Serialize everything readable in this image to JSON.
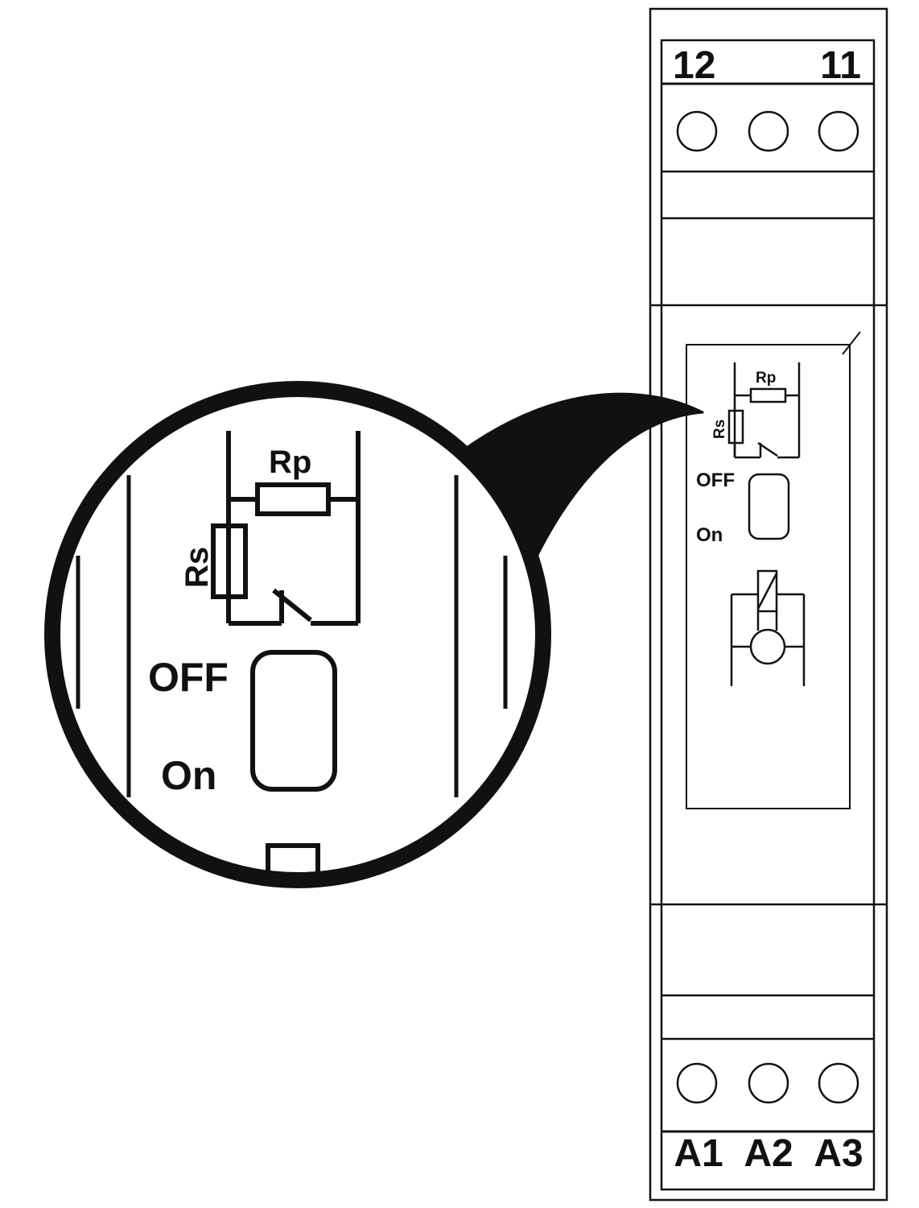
{
  "colors": {
    "ink": "#111111",
    "paper": "#ffffff"
  },
  "device": {
    "top_terminals": {
      "left_label": "12",
      "right_label": "11",
      "screw_count": 3
    },
    "bottom_terminals": {
      "labels": [
        "A1",
        "A2",
        "A3"
      ],
      "screw_count": 3
    },
    "panel": {
      "rp_label": "Rp",
      "rs_label": "Rs",
      "off_label": "OFF",
      "on_label": "On"
    }
  },
  "magnifier": {
    "rp_label": "Rp",
    "rs_label": "Rs",
    "off_label": "OFF",
    "on_label": "On"
  }
}
